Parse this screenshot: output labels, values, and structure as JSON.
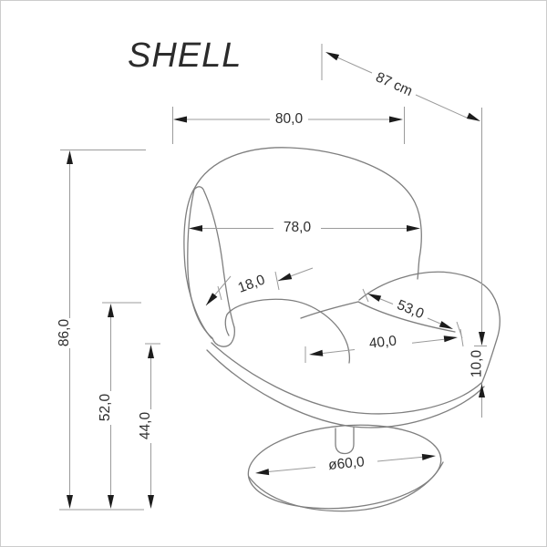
{
  "title": "SHELL",
  "dimensions": {
    "diagonal_depth": "87 cm",
    "overall_width": "80,0",
    "back_width": "78,0",
    "back_thickness": "18,0",
    "armrest_length": "53,0",
    "seat_width": "40,0",
    "total_height": "86,0",
    "mid_height": "52,0",
    "seat_height": "44,0",
    "armrest_thickness": "10,0",
    "base_diameter": "ø60,0"
  },
  "colors": {
    "outline": "#7f7f7f",
    "dimension_lines": "#9b9b9b",
    "arrowheads": "#1c1c1c",
    "text": "#2e2e2e",
    "background": "#ffffff"
  }
}
